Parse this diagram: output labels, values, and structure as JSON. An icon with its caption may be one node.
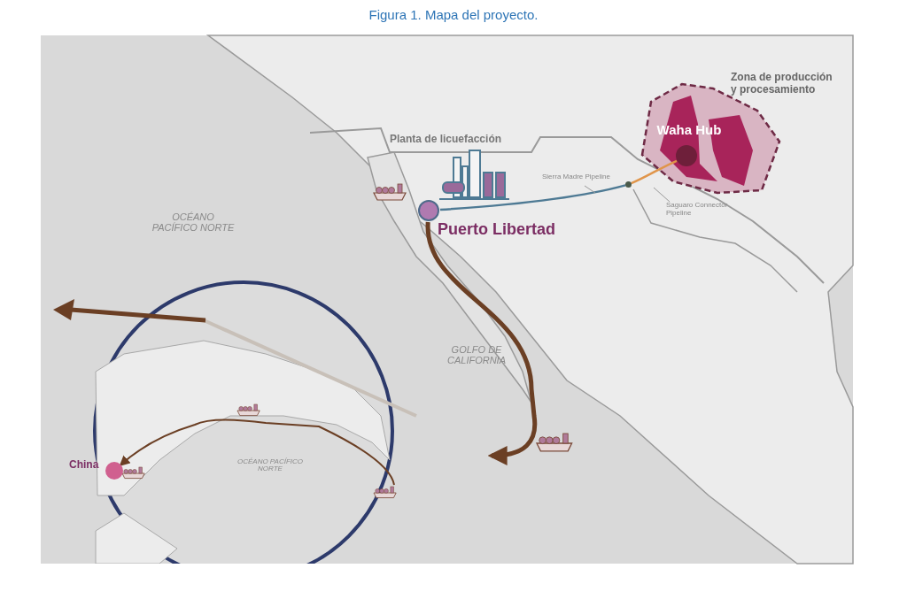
{
  "diagram": {
    "title": "Figura 1. Mapa del proyecto.",
    "nodes": [
      {
        "text": [
          "Zona de producción y procesamiento"
        ]
      },
      {
        "text": [
          "Waha Hub"
        ],
        "in": 0
      },
      {
        "text": [
          "Planta de licuefacción"
        ]
      },
      {
        "text": [
          "Puerto Libertad"
        ]
      },
      {
        "text": [],
        "shape": "circle"
      },
      {
        "text": [
          "China"
        ]
      }
    ],
    "edges": [
      {
        "from": 1,
        "to": 4,
        "arrow": "none",
        "label": "Saguaro Connector Pipeline",
        "color": "#e0954a"
      },
      {
        "from": 4,
        "to": 3,
        "arrow": "none",
        "label": "Sierra Madre Pipeline",
        "color": "#4e7a94"
      },
      {
        "from": 3,
        "to": null,
        "arrow": "to",
        "style": "thick"
      },
      {
        "from": null,
        "to": 5,
        "arrow": "to"
      }
    ],
    "labels": [
      "OCÉANO PACÍFICO NORTE",
      "GOLFO DE CALIFORNIA",
      "OCÉANO PACÍFICO NORTE"
    ]
  }
}
